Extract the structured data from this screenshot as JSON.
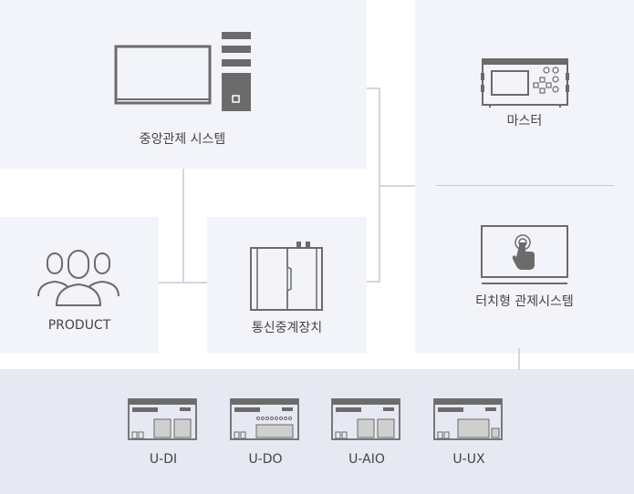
{
  "nodes": {
    "central": {
      "label": "중앙관제 시스템",
      "icon": "desktop-computer-icon"
    },
    "master": {
      "label": "마스터",
      "icon": "controller-device-icon"
    },
    "product": {
      "label": "PRODUCT",
      "icon": "user-group-icon"
    },
    "relay": {
      "label": "통신중계장치",
      "icon": "cabinet-device-icon"
    },
    "touch": {
      "label": "터치형 관제시스템",
      "icon": "touch-monitor-icon"
    }
  },
  "modules": [
    {
      "label": "U-DI",
      "icon": "io-module-icon"
    },
    {
      "label": "U-DO",
      "icon": "io-module-icon"
    },
    {
      "label": "U-AIO",
      "icon": "io-module-icon"
    },
    {
      "label": "U-UX",
      "icon": "io-module-icon"
    }
  ],
  "colors": {
    "panel": "#f3f4f9",
    "bottom_band": "#e6e8f2",
    "icon": "#6b6b6b",
    "connector": "#d4d6df"
  }
}
